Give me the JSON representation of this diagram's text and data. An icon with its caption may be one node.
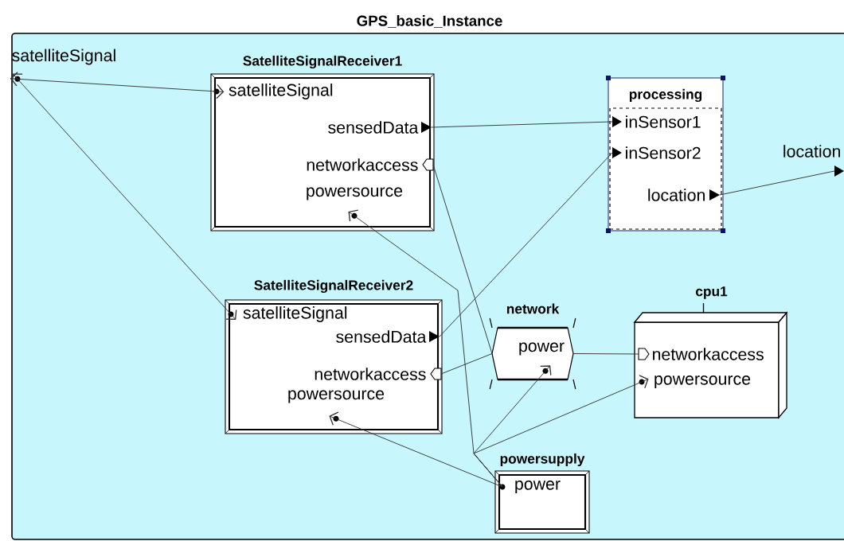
{
  "diagram": {
    "nodes": [
      {
        "text": [
          "GPS_basic_Instance"
        ]
      },
      {
        "text": [
          "satelliteSignal"
        ],
        "in": 0
      },
      {
        "text": [
          "SatelliteSignalReceiver1"
        ],
        "in": 0
      },
      {
        "text": [
          "satelliteSignal"
        ],
        "in": 2
      },
      {
        "text": [
          "sensedData"
        ],
        "in": 2
      },
      {
        "text": [
          "networkaccess"
        ],
        "in": 2
      },
      {
        "text": [
          "powersource"
        ],
        "in": 2
      },
      {
        "text": [
          "processing"
        ],
        "in": 0
      },
      {
        "text": [
          "inSensor1"
        ],
        "in": 7
      },
      {
        "text": [
          "inSensor2"
        ],
        "in": 7
      },
      {
        "text": [
          "location"
        ],
        "in": 7
      },
      {
        "text": [
          "location"
        ],
        "in": 0
      },
      {
        "text": [
          "SatelliteSignalReceiver2"
        ],
        "in": 0
      },
      {
        "text": [
          "satelliteSignal"
        ],
        "in": 12
      },
      {
        "text": [
          "sensedData"
        ],
        "in": 12
      },
      {
        "text": [
          "networkaccess"
        ],
        "in": 12
      },
      {
        "text": [
          "powersource"
        ],
        "in": 12
      },
      {
        "text": [
          "network"
        ],
        "in": 0
      },
      {
        "text": [
          "power"
        ],
        "in": 17
      },
      {
        "text": [
          "cpu1"
        ],
        "in": 0
      },
      {
        "text": [
          "networkaccess"
        ],
        "in": 19
      },
      {
        "text": [
          "powersource"
        ],
        "in": 19
      },
      {
        "text": [
          "powersupply"
        ],
        "in": 0
      },
      {
        "text": [
          "power"
        ],
        "in": 22
      }
    ],
    "edges": [
      {
        "from": 1,
        "to": 3,
        "arrow": "both"
      },
      {
        "from": 1,
        "to": 13,
        "arrow": "both"
      },
      {
        "from": 4,
        "to": 8,
        "arrow": "none"
      },
      {
        "from": 14,
        "to": 9,
        "arrow": "none"
      },
      {
        "from": 10,
        "to": 11,
        "arrow": "none"
      },
      {
        "from": 17,
        "to": 5,
        "arrow": "none"
      },
      {
        "from": 17,
        "to": 15,
        "arrow": "none"
      },
      {
        "from": 17,
        "to": 20,
        "arrow": "none"
      },
      {
        "from": 23,
        "to": 6,
        "arrow": "to"
      },
      {
        "from": 23,
        "to": 16,
        "arrow": "to"
      },
      {
        "from": 23,
        "to": 18,
        "arrow": "to"
      },
      {
        "from": 23,
        "to": 21,
        "arrow": "to"
      }
    ]
  }
}
